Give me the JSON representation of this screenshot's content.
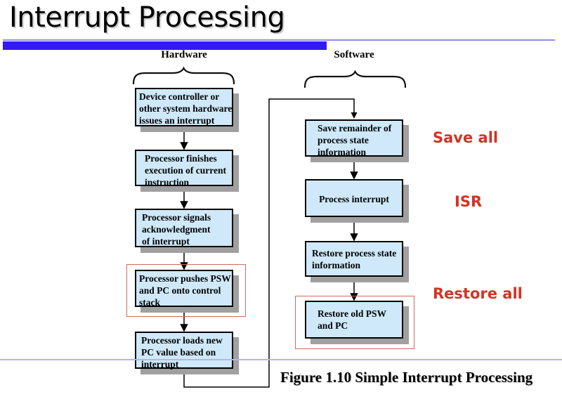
{
  "slide": {
    "title": "Interrupt Processing",
    "caption": "Figure 1.10 Simple Interrupt Processing"
  },
  "columns": {
    "hardware_label": "Hardware",
    "software_label": "Software"
  },
  "flow": {
    "hardware": [
      "Device controller or\nother system hardware\nissues an interrupt",
      "Processor finishes\nexecution of current\ninstruction",
      "Processor signals\nacknowledgment\nof interrupt",
      "Processor pushes PSW\nand PC onto control\nstack",
      "Processor loads new\nPC value based on\ninterrupt"
    ],
    "software": [
      "Save remainder of\nprocess state\ninformation",
      "Process interrupt",
      "Restore process state\ninformation",
      "Restore old PSW\nand PC"
    ]
  },
  "annotations": {
    "save_all": "Save all",
    "isr": "ISR",
    "restore_all": "Restore all"
  },
  "colors": {
    "accent_bar": "#331aee",
    "thin_rule": "#8d8df2",
    "box_fill": "#cfe9fa",
    "box_border": "#000000",
    "box_shadow": "#a0a0a0",
    "highlight_outline": "#cd6a63",
    "annotation_red": "#d23424",
    "divider_blue": "#b3b9dd"
  }
}
